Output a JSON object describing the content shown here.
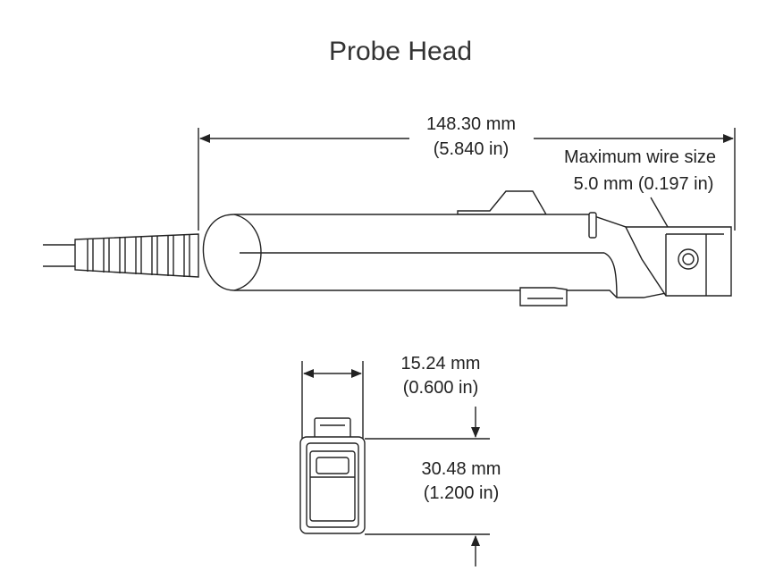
{
  "title": "Probe Head",
  "length": {
    "mm": "148.30 mm",
    "in": "(5.840 in)"
  },
  "wire": {
    "label": "Maximum wire size",
    "value": "5.0 mm (0.197 in)"
  },
  "width": {
    "mm": "15.24 mm",
    "in": "(0.600 in)"
  },
  "height": {
    "mm": "30.48 mm",
    "in": "(1.200 in)"
  }
}
